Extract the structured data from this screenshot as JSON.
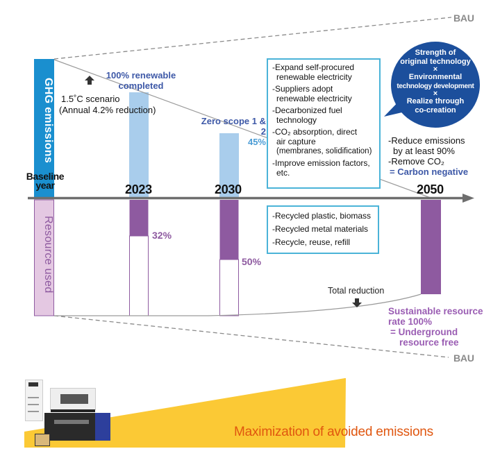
{
  "bau_labels": {
    "top": "BAU",
    "bottom": "BAU"
  },
  "axis": {
    "ghg_label": "GHG emissions",
    "resource_label": "Resource used",
    "baseline_label_line1": "Baseline",
    "baseline_label_line2": "year",
    "years": [
      "2023",
      "2030",
      "2050"
    ]
  },
  "scenario": {
    "line1": "1.5˚C scenario",
    "line2": "(Annual 4.2% reduction)",
    "arrow_icon": "up-arrow-icon"
  },
  "ghg_notes": {
    "renewable_line1": "100% renewable",
    "renewable_line2": "completed",
    "zero_scope": "Zero scope 1 & 2",
    "zero_scope_pct": "45%"
  },
  "ghg_measures_box": {
    "items": [
      {
        "line1": "-Expand self-procured",
        "line2": "renewable electricity"
      },
      {
        "line1": "-Suppliers adopt",
        "line2": "renewable electricity"
      },
      {
        "line1": "-Decarbonized fuel",
        "line2": "technology"
      },
      {
        "line1": "-CO₂ absorption, direct",
        "line2": "air capture",
        "line3": "(membranes, solidification)"
      },
      {
        "line1": "-Improve emission factors,",
        "line2": "etc."
      }
    ]
  },
  "bubble": {
    "line1": "Strength of",
    "line2": "original technology",
    "times1": "×",
    "line3": "Environmental",
    "line4": "technology development",
    "times2": "×",
    "line5": "Realize through",
    "line6": "co-creation"
  },
  "goal_2050": {
    "line1": "-Reduce emissions",
    "line2": "by at least 90%",
    "line3": "-Remove CO₂",
    "line4": "= Carbon negative"
  },
  "resource_box": {
    "items": [
      "-Recycled plastic, biomass",
      "-Recycled metal materials",
      "-Recycle, reuse, refill"
    ]
  },
  "resource_pcts": {
    "y2023": "32%",
    "y2030": "50%"
  },
  "total_reduction": {
    "label": "Total reduction",
    "arrow_icon": "down-arrow-icon"
  },
  "resource_goal": {
    "line1": "Sustainable resource",
    "line2": "rate 100%",
    "line3": "= Underground",
    "line4": "resource free"
  },
  "avoided": {
    "label": "Maximization of avoided emissions"
  },
  "chart_data": {
    "type": "bar",
    "categories": [
      "Baseline year",
      "2023",
      "2030",
      "2050"
    ],
    "series": [
      {
        "name": "GHG emissions (reduction vs baseline)",
        "values_pct_reduction": [
          0,
          null,
          45,
          90
        ],
        "notes": [
          "",
          "100% renewable completed",
          "Zero scope 1 & 2 45%",
          "Reduce emissions by at least 90% = Carbon negative"
        ]
      },
      {
        "name": "Resource used (sustainable resource rate)",
        "values_pct": [
          0,
          32,
          50,
          100
        ]
      }
    ],
    "colors": {
      "ghg": "#1a8fcf",
      "ghg_bar": "#a9cdec",
      "resource": "#8e5aa0",
      "resource_light": "#e4c8e2",
      "avoided": "#fbc935"
    }
  }
}
